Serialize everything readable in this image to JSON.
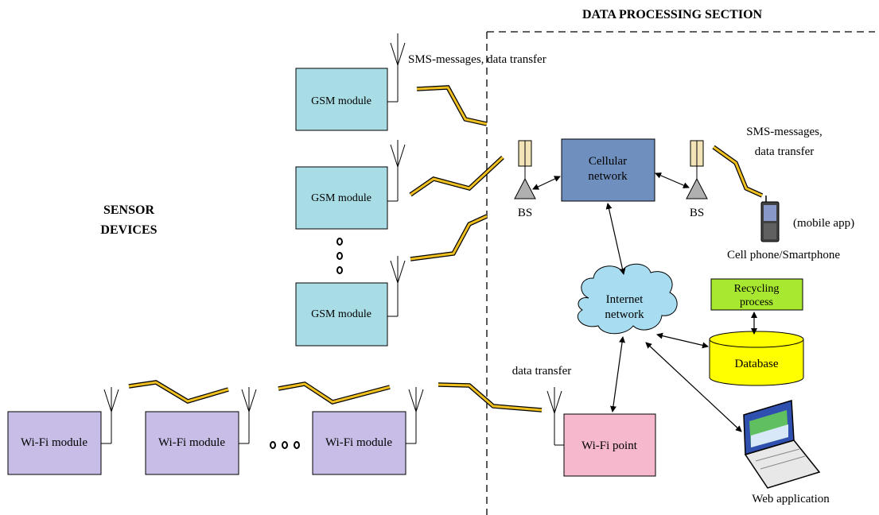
{
  "sections": {
    "data_processing": "DATA PROCESSING SECTION",
    "sensor_devices_line1": "SENSOR",
    "sensor_devices_line2": "DEVICES"
  },
  "gsm_modules": [
    {
      "label": "GSM module"
    },
    {
      "label": "GSM module"
    },
    {
      "label": "GSM module"
    }
  ],
  "wifi_modules": [
    {
      "label": "Wi-Fi module"
    },
    {
      "label": "Wi-Fi module"
    },
    {
      "label": "Wi-Fi module"
    }
  ],
  "labels": {
    "sms_top": "SMS-messages, data transfer",
    "sms_right_line1": "SMS-messages,",
    "sms_right_line2": "data transfer",
    "bs_left": "BS",
    "bs_right": "BS",
    "cellular_line1": "Cellular",
    "cellular_line2": "network",
    "mobile_app": "(mobile app)",
    "cell_phone": "Cell phone/Smartphone",
    "internet_line1": "Internet",
    "internet_line2": "network",
    "recycling_line1": "Recycling",
    "recycling_line2": "process",
    "database": "Database",
    "data_transfer": "data transfer",
    "wifi_point": "Wi-Fi point",
    "web_application": "Web application"
  },
  "colors": {
    "gsm_fill": "#a8dde6",
    "wifi_fill": "#c8bde6",
    "cellular_fill": "#6f8fbf",
    "internet_fill": "#a8dcf0",
    "recycling_fill": "#a8e830",
    "database_fill": "#ffff00",
    "wifi_point_fill": "#f5b8cc",
    "radio_link": "#f0c020",
    "mast_fill": "#f3e4b8",
    "bs_fill": "#b0b0b0"
  }
}
